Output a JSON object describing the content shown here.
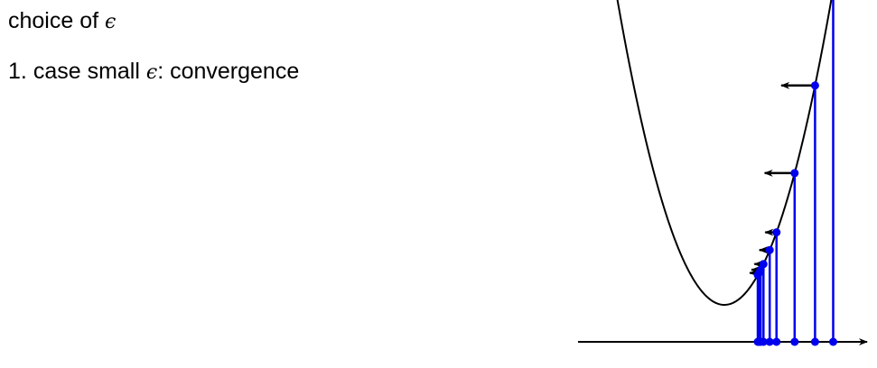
{
  "text": {
    "heading_prefix": "choice of",
    "heading_symbol": "ϵ",
    "item_number": "1.",
    "item_prefix": "case small",
    "item_symbol": "ϵ",
    "item_suffix": ": convergence"
  },
  "colors": {
    "curve": "#000000",
    "iterates": "#0000ee",
    "arrows": "#000000",
    "axis": "#000000"
  },
  "diagram": {
    "function": "parabola",
    "x_min": 0,
    "iterates": [
      9.6,
      8.0,
      6.2,
      4.6,
      4.0,
      3.45,
      3.2,
      3.05,
      2.95
    ]
  }
}
